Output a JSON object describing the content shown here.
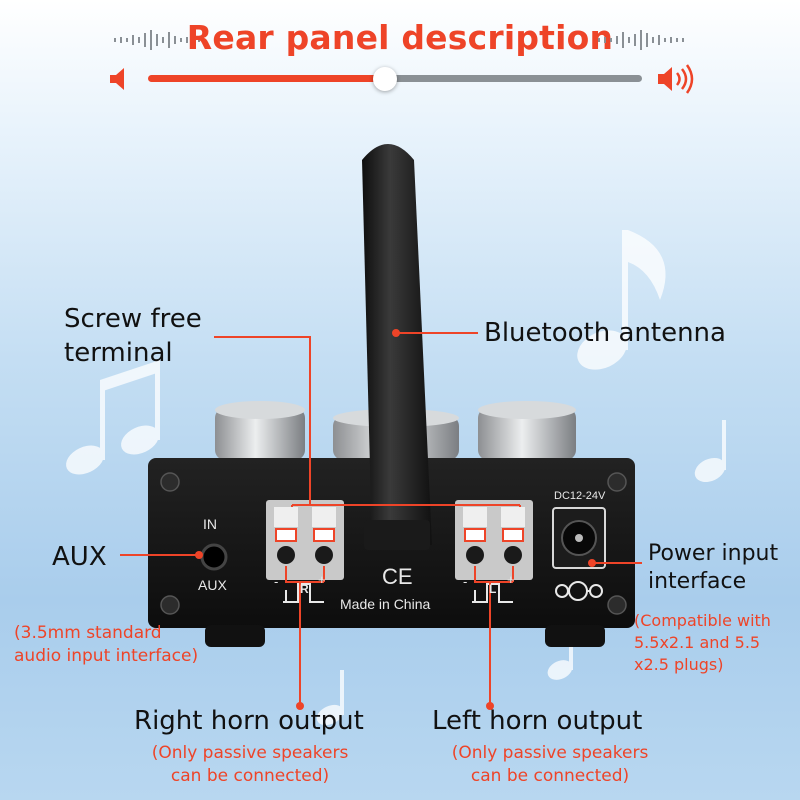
{
  "header": {
    "title": "Rear panel description",
    "progress_fraction": 0.48
  },
  "labels": {
    "screw_free_line1": "Screw free",
    "screw_free_line2": "terminal",
    "bluetooth": "Bluetooth antenna",
    "aux": "AUX",
    "aux_note_line1": "(3.5mm standard",
    "aux_note_line2": "audio input interface)",
    "power_line1": "Power input",
    "power_line2": "interface",
    "power_note_line1": "(Compatible with",
    "power_note_line2": "5.5x2.1 and 5.5",
    "power_note_line3": "x2.5 plugs)",
    "right_output": "Right horn output",
    "right_note_line1": "(Only passive speakers",
    "right_note_line2": "can be connected)",
    "left_output": "Left horn output",
    "left_note_line1": "(Only passive speakers",
    "left_note_line2": "can be connected)"
  },
  "device": {
    "in": "IN",
    "aux": "AUX",
    "dc": "DC12-24V",
    "ce": "CE",
    "made_in": "Made in China",
    "right_channel": "R",
    "left_channel": "L",
    "minus": "-",
    "plus": "+"
  },
  "colors": {
    "accent": "#ee4428",
    "label_text": "#111111",
    "device_body": "#151515"
  },
  "icons": {
    "volume_down": "speaker-low-icon",
    "volume_up": "speaker-high-icon",
    "sound_wave": "sound-wave-icon"
  }
}
